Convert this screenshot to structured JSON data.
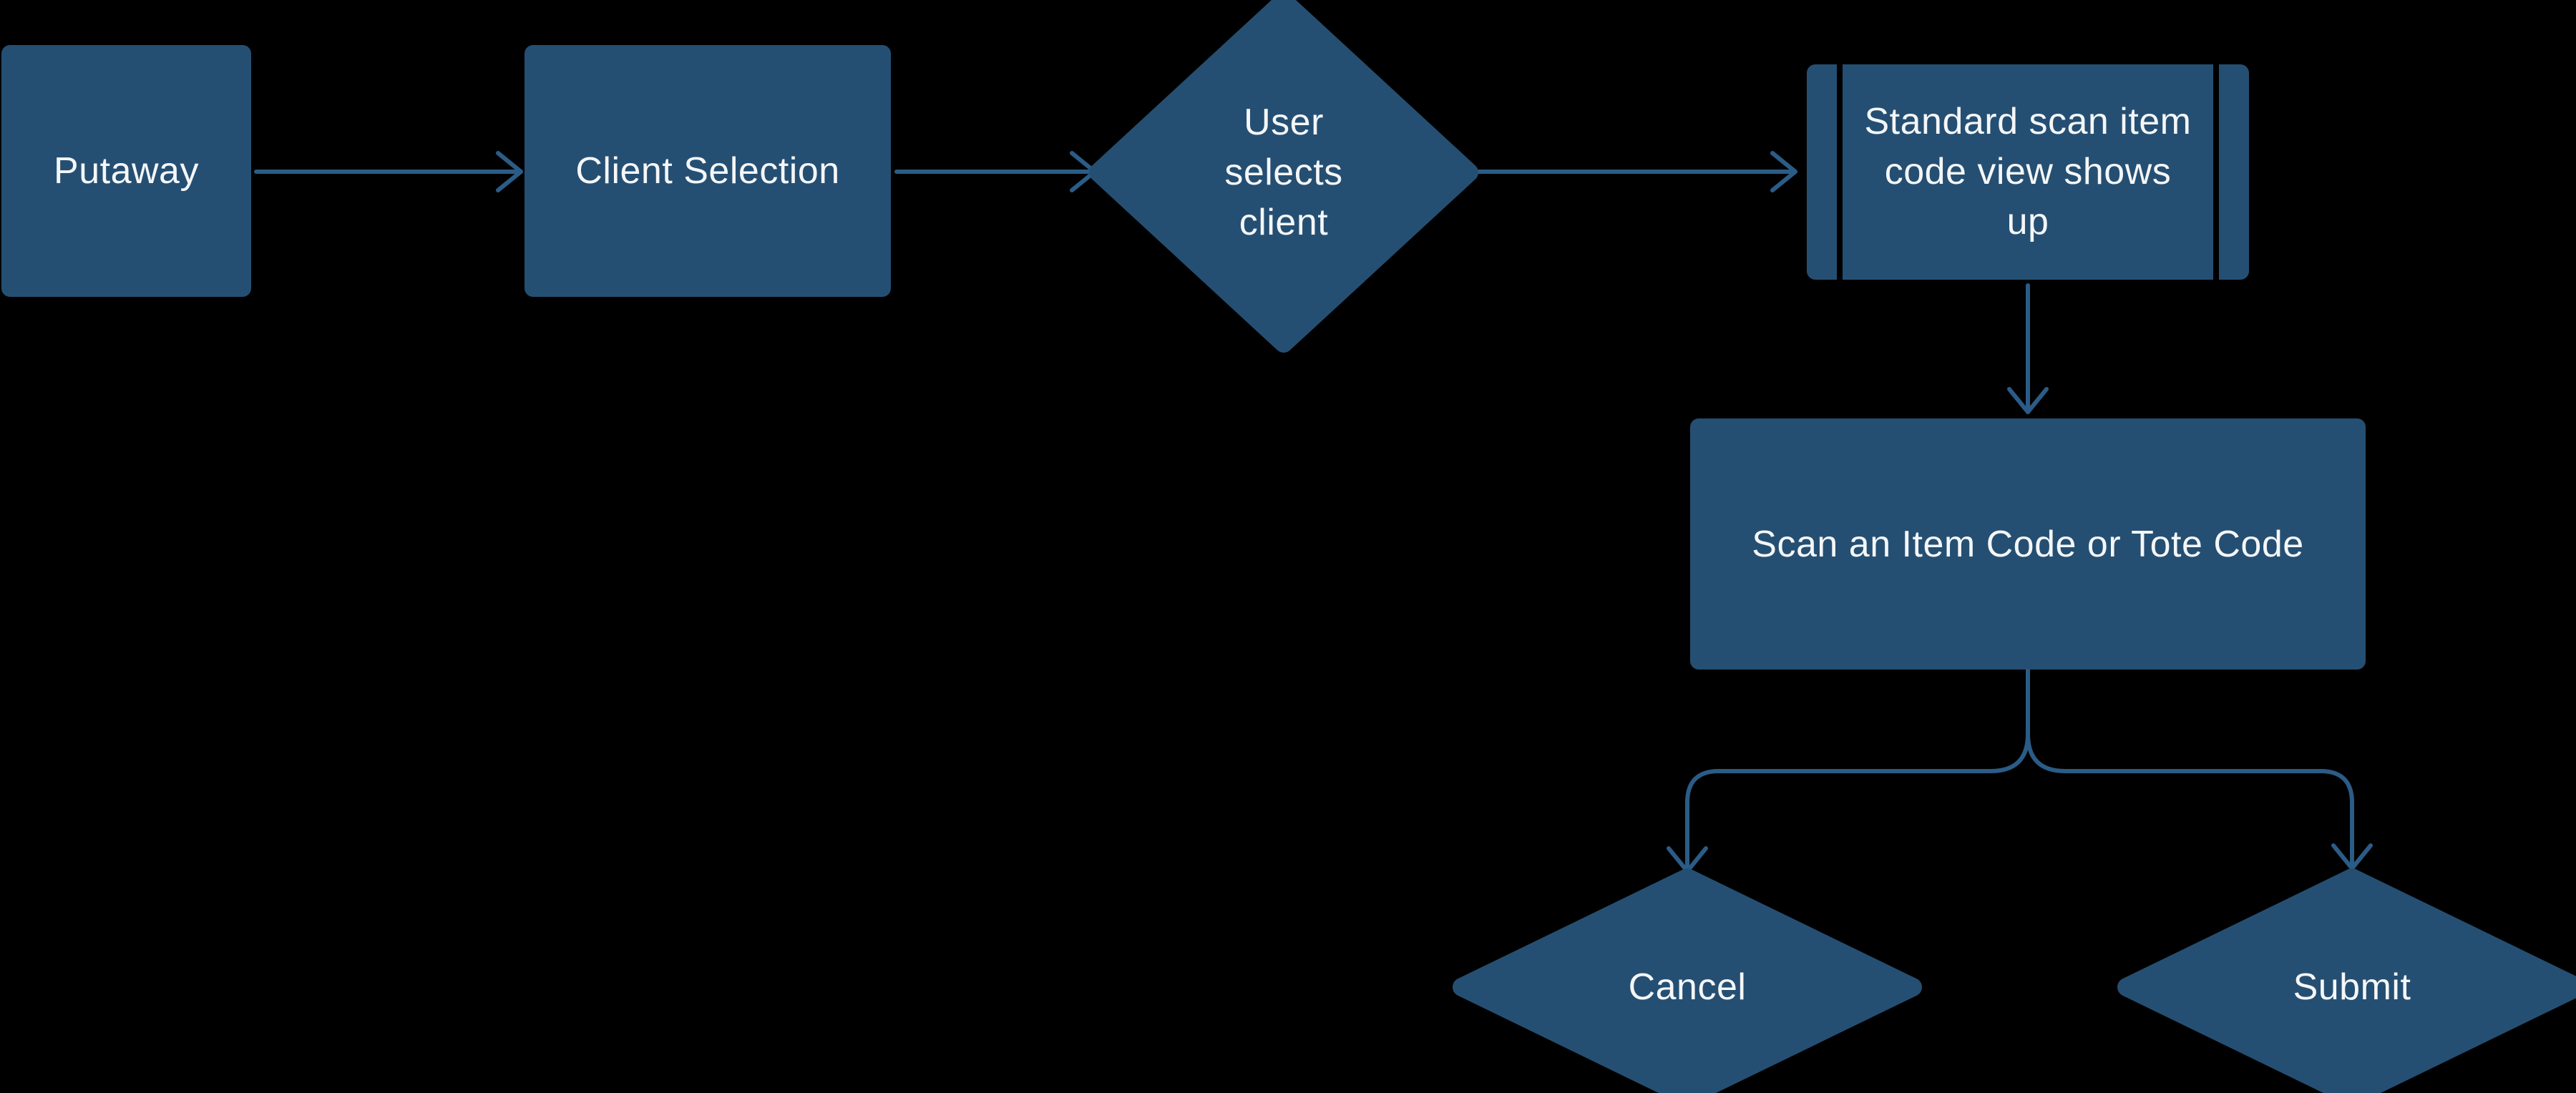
{
  "colors": {
    "background": "#000000",
    "node_fill": "#254F72",
    "edge_stroke": "#2B5C87",
    "text": "#F4F6F8",
    "subroutine_divider": "#000000"
  },
  "nodes": {
    "putaway": {
      "type": "process",
      "label": "Putaway",
      "lines": [
        "Putaway"
      ]
    },
    "client_selection": {
      "type": "process",
      "label": "Client Selection",
      "lines": [
        "Client Selection"
      ]
    },
    "user_selects_client": {
      "type": "decision",
      "label": "User selects client",
      "lines": [
        "User",
        "selects",
        "client"
      ]
    },
    "standard_scan_view": {
      "type": "subroutine",
      "label": "Standard scan item code view shows up",
      "lines": [
        "Standard scan item",
        "code view shows",
        "up"
      ]
    },
    "scan_item_or_tote": {
      "type": "process",
      "label": "Scan an Item Code or Tote Code",
      "lines": [
        "Scan an Item Code or Tote Code"
      ]
    },
    "cancel": {
      "type": "decision",
      "label": "Cancel",
      "lines": [
        "Cancel"
      ]
    },
    "submit": {
      "type": "decision",
      "label": "Submit",
      "lines": [
        "Submit"
      ]
    }
  },
  "edges": [
    {
      "from": "putaway",
      "to": "client_selection"
    },
    {
      "from": "client_selection",
      "to": "user_selects_client"
    },
    {
      "from": "user_selects_client",
      "to": "standard_scan_view"
    },
    {
      "from": "standard_scan_view",
      "to": "scan_item_or_tote"
    },
    {
      "from": "scan_item_or_tote",
      "to": "cancel"
    },
    {
      "from": "scan_item_or_tote",
      "to": "submit"
    }
  ]
}
